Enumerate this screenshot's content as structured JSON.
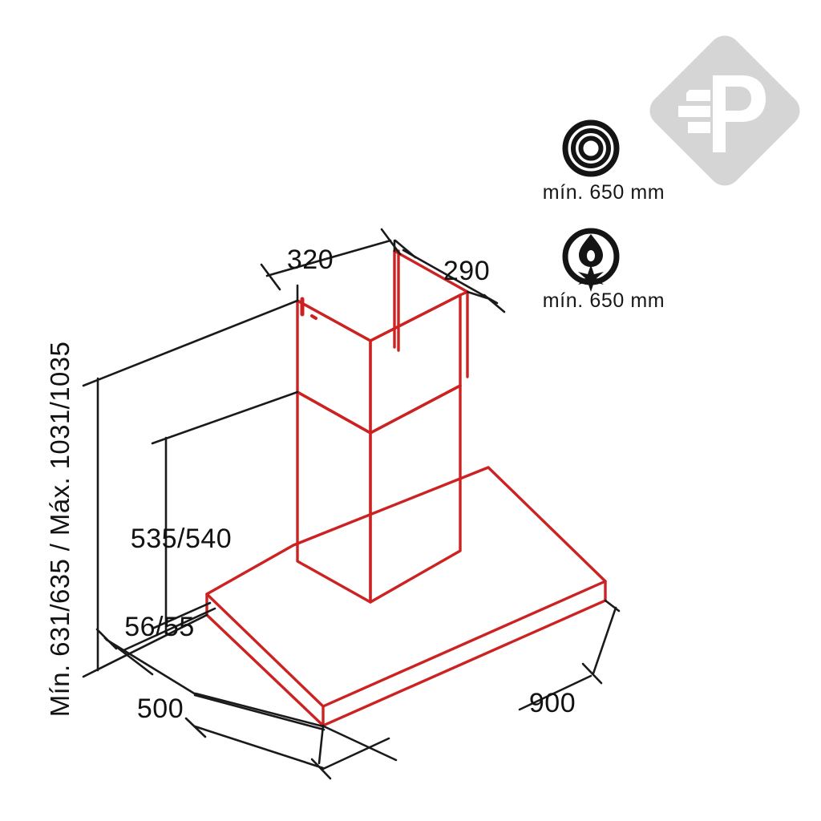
{
  "document": {
    "kind": "technical-dimension-drawing",
    "subject": "wall-mounted chimney cooker hood",
    "background_color": "#ffffff",
    "product_line_color": "#cc2222",
    "dimension_line_color": "#1a1a1a",
    "units_note": "mm"
  },
  "dimensions": {
    "chimney_top_width": "320",
    "chimney_top_depth": "290",
    "canopy_width": "900",
    "canopy_depth": "500",
    "chimney_body_height": "535/540",
    "canopy_thickness": "56/55",
    "overall_height": "Mín. 631/635 / Máx. 1031/1035"
  },
  "clearance_notes": [
    {
      "icon": "electric-hob-icon",
      "label": "mín. 650 mm"
    },
    {
      "icon": "gas-hob-icon",
      "label": "mín. 650 mm"
    }
  ],
  "watermark": {
    "name": "diamond-p-logo",
    "color": "#d4d4d4"
  }
}
